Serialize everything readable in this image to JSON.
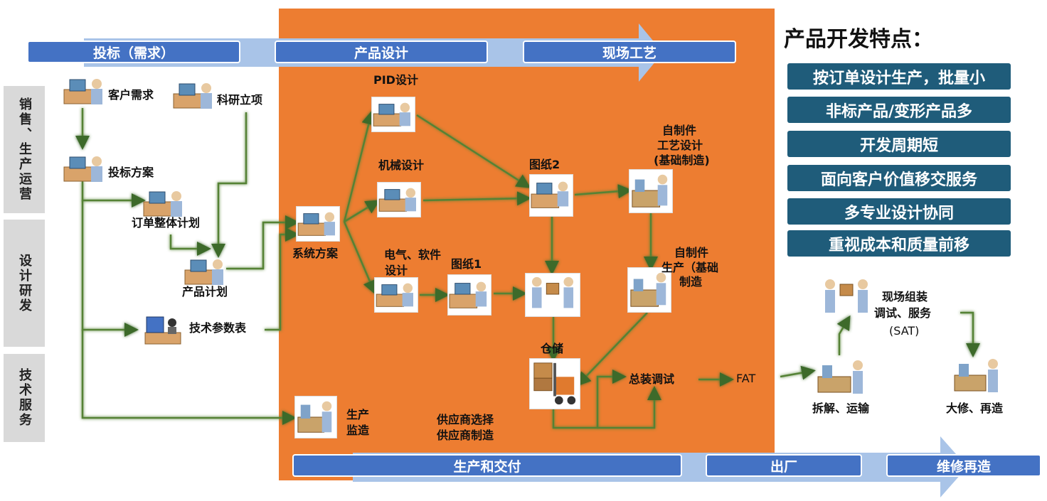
{
  "phases_top": [
    "投标（需求）",
    "产品设计",
    "现场工艺"
  ],
  "phases_bottom": [
    "生产和交付",
    "出厂",
    "维修再造"
  ],
  "lanes": [
    "销售、生产运营",
    "设计研发",
    "技术服务"
  ],
  "nodes": {
    "customer_need": "客户需求",
    "research_project": "科研立项",
    "bid_plan": "投标方案",
    "order_plan": "订单整体计划",
    "product_plan": "产品计划",
    "tech_params": "技术参数表",
    "system_plan": "系统方案",
    "pid_design": "PID设计",
    "mech_design": "机械设计",
    "elec_design_1": "电气、软件",
    "elec_design_2": "设计",
    "drawing1": "图纸1",
    "drawing2": "图纸2",
    "self_made_process_1": "自制件",
    "self_made_process_2": "工艺设计",
    "self_made_process_3": "(基础制造)",
    "self_made_prod_1": "自制件",
    "self_made_prod_2": "生产（基础",
    "self_made_prod_3": "制造",
    "warehouse": "仓储",
    "assembly": "总装调试",
    "fat": "FAT",
    "production_1": "生产",
    "production_2": "监造",
    "supplier_1": "供应商选择",
    "supplier_2": "供应商制造",
    "onsite_1": "现场组装",
    "onsite_2": "调试、服务",
    "onsite_3": "(SAT)",
    "disassembly": "拆解、运输",
    "overhaul": "大修、再造"
  },
  "features": {
    "title": "产品开发特点：",
    "items": [
      "按订单设计生产，批量小",
      "非标产品/变形产品多",
      "开发周期短",
      "面向客户价值移交服务",
      "多专业设计协同",
      "重视成本和质量前移"
    ]
  },
  "colors": {
    "orange": "#ED7D31",
    "phase_blue": "#4472C4",
    "arrow_light_blue": "#A9C4E8",
    "feature_teal": "#1F5C7A",
    "flow_green": "#548235",
    "lane_gray": "#D9D9D9"
  }
}
